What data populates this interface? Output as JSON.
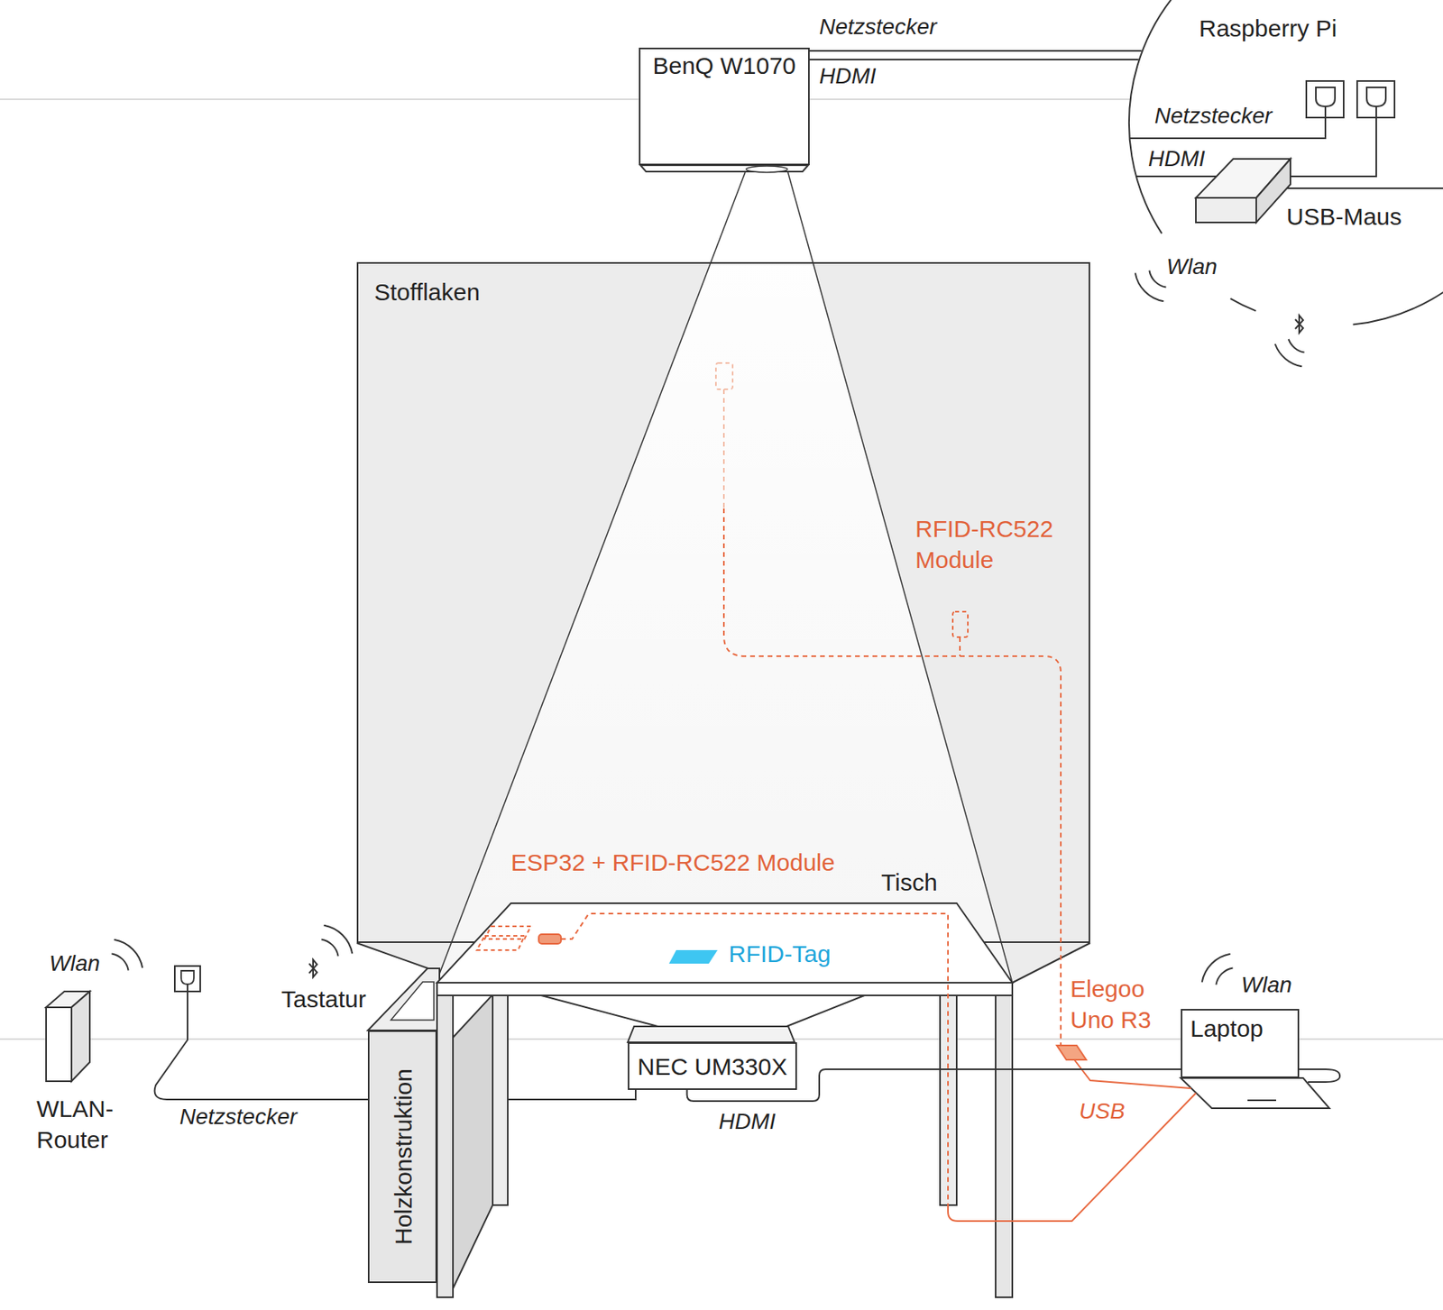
{
  "diagram": {
    "nodes": [
      {
        "text": [
          "BenQ W1070"
        ]
      },
      {
        "text": [
          "Raspberry Pi"
        ]
      },
      {
        "text": [
          "Stofflaken"
        ]
      },
      {
        "text": [
          "NEC UM330X"
        ]
      },
      {
        "text": [
          "Laptop"
        ]
      },
      {
        "text": [
          "WLAN- Router"
        ]
      },
      {
        "text": [
          "Holzkonstruktion"
        ]
      }
    ],
    "edges": [
      {
        "from": 0,
        "to": 1,
        "arrow": "none",
        "label": "Netzstecker"
      },
      {
        "from": 0,
        "to": 1,
        "arrow": "none",
        "label": "HDMI"
      },
      {
        "from": 3,
        "to": 4,
        "arrow": "none",
        "label": "HDMI"
      }
    ],
    "labels": [
      "Netzstecker",
      "HDMI",
      "USB-Maus",
      "Wlan",
      "Tastatur",
      "Wlan",
      "Netzstecker",
      "RFID-RC522 Module",
      "ESP32 + RFID-RC522 Module",
      "Tisch",
      "RFID-Tag",
      "Elegoo Uno R3",
      "Wlan",
      "USB"
    ]
  }
}
